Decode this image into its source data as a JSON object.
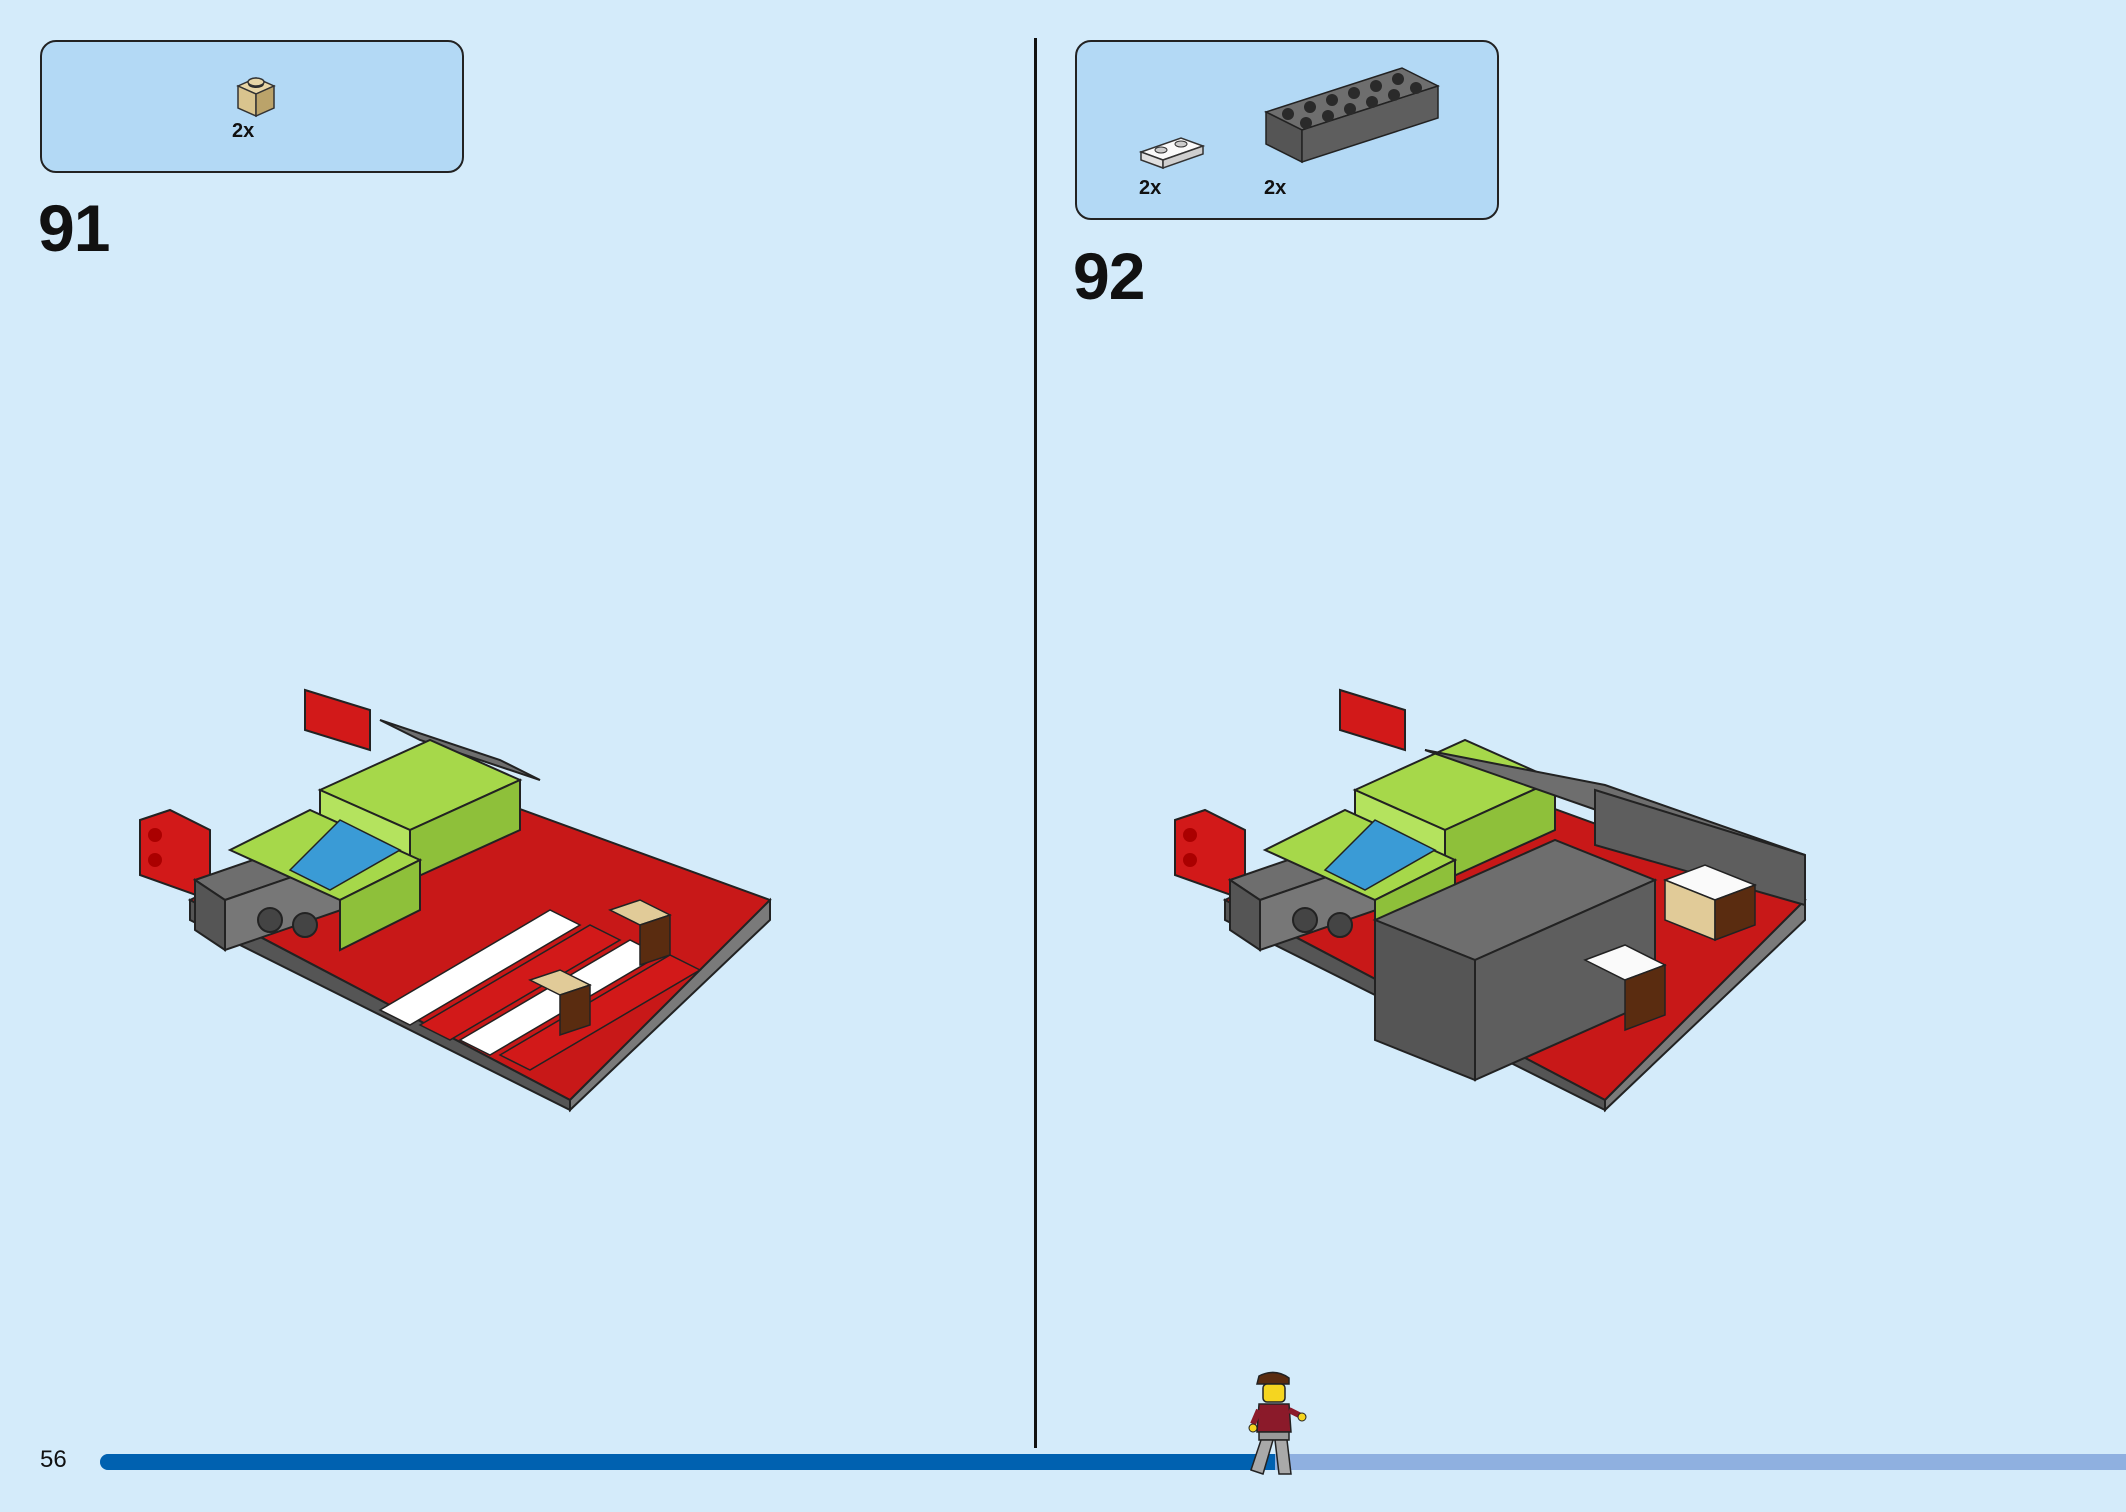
{
  "page_number": "56",
  "progress": 0.58,
  "colors": {
    "background": "#d4ebfa",
    "callout_fill": "#b3d9f5",
    "progress_fill": "#0061b0",
    "progress_track": "#8fb0e0"
  },
  "steps": [
    {
      "number": "91",
      "parts": [
        {
          "icon": "tan-1x1-brick-icon",
          "quantity": "2x"
        }
      ]
    },
    {
      "number": "92",
      "parts": [
        {
          "icon": "white-1x2-plate-icon",
          "quantity": "2x"
        },
        {
          "icon": "dark-gray-2x6-brick-icon",
          "quantity": "2x"
        }
      ]
    }
  ]
}
